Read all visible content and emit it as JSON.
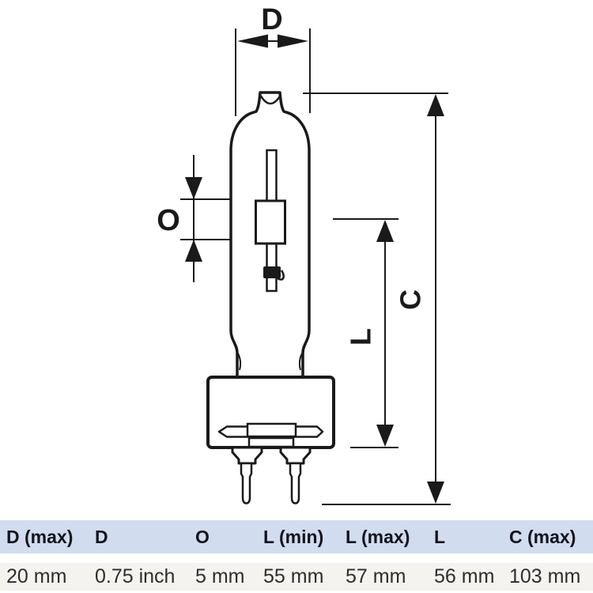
{
  "diagram": {
    "labels": {
      "d": "D",
      "o": "O",
      "l": "L",
      "c": "C"
    },
    "line_color": "#1a1a1a"
  },
  "table": {
    "header_bg": "#d1dcee",
    "row_bg": "#f4f3f0",
    "headers": [
      "D (max)",
      "D",
      "O",
      "L (min)",
      "L (max)",
      "L",
      "C (max)"
    ],
    "values": [
      "20 mm",
      "0.75 inch",
      "5 mm",
      "55 mm",
      "57 mm",
      "56 mm",
      "103 mm"
    ]
  }
}
